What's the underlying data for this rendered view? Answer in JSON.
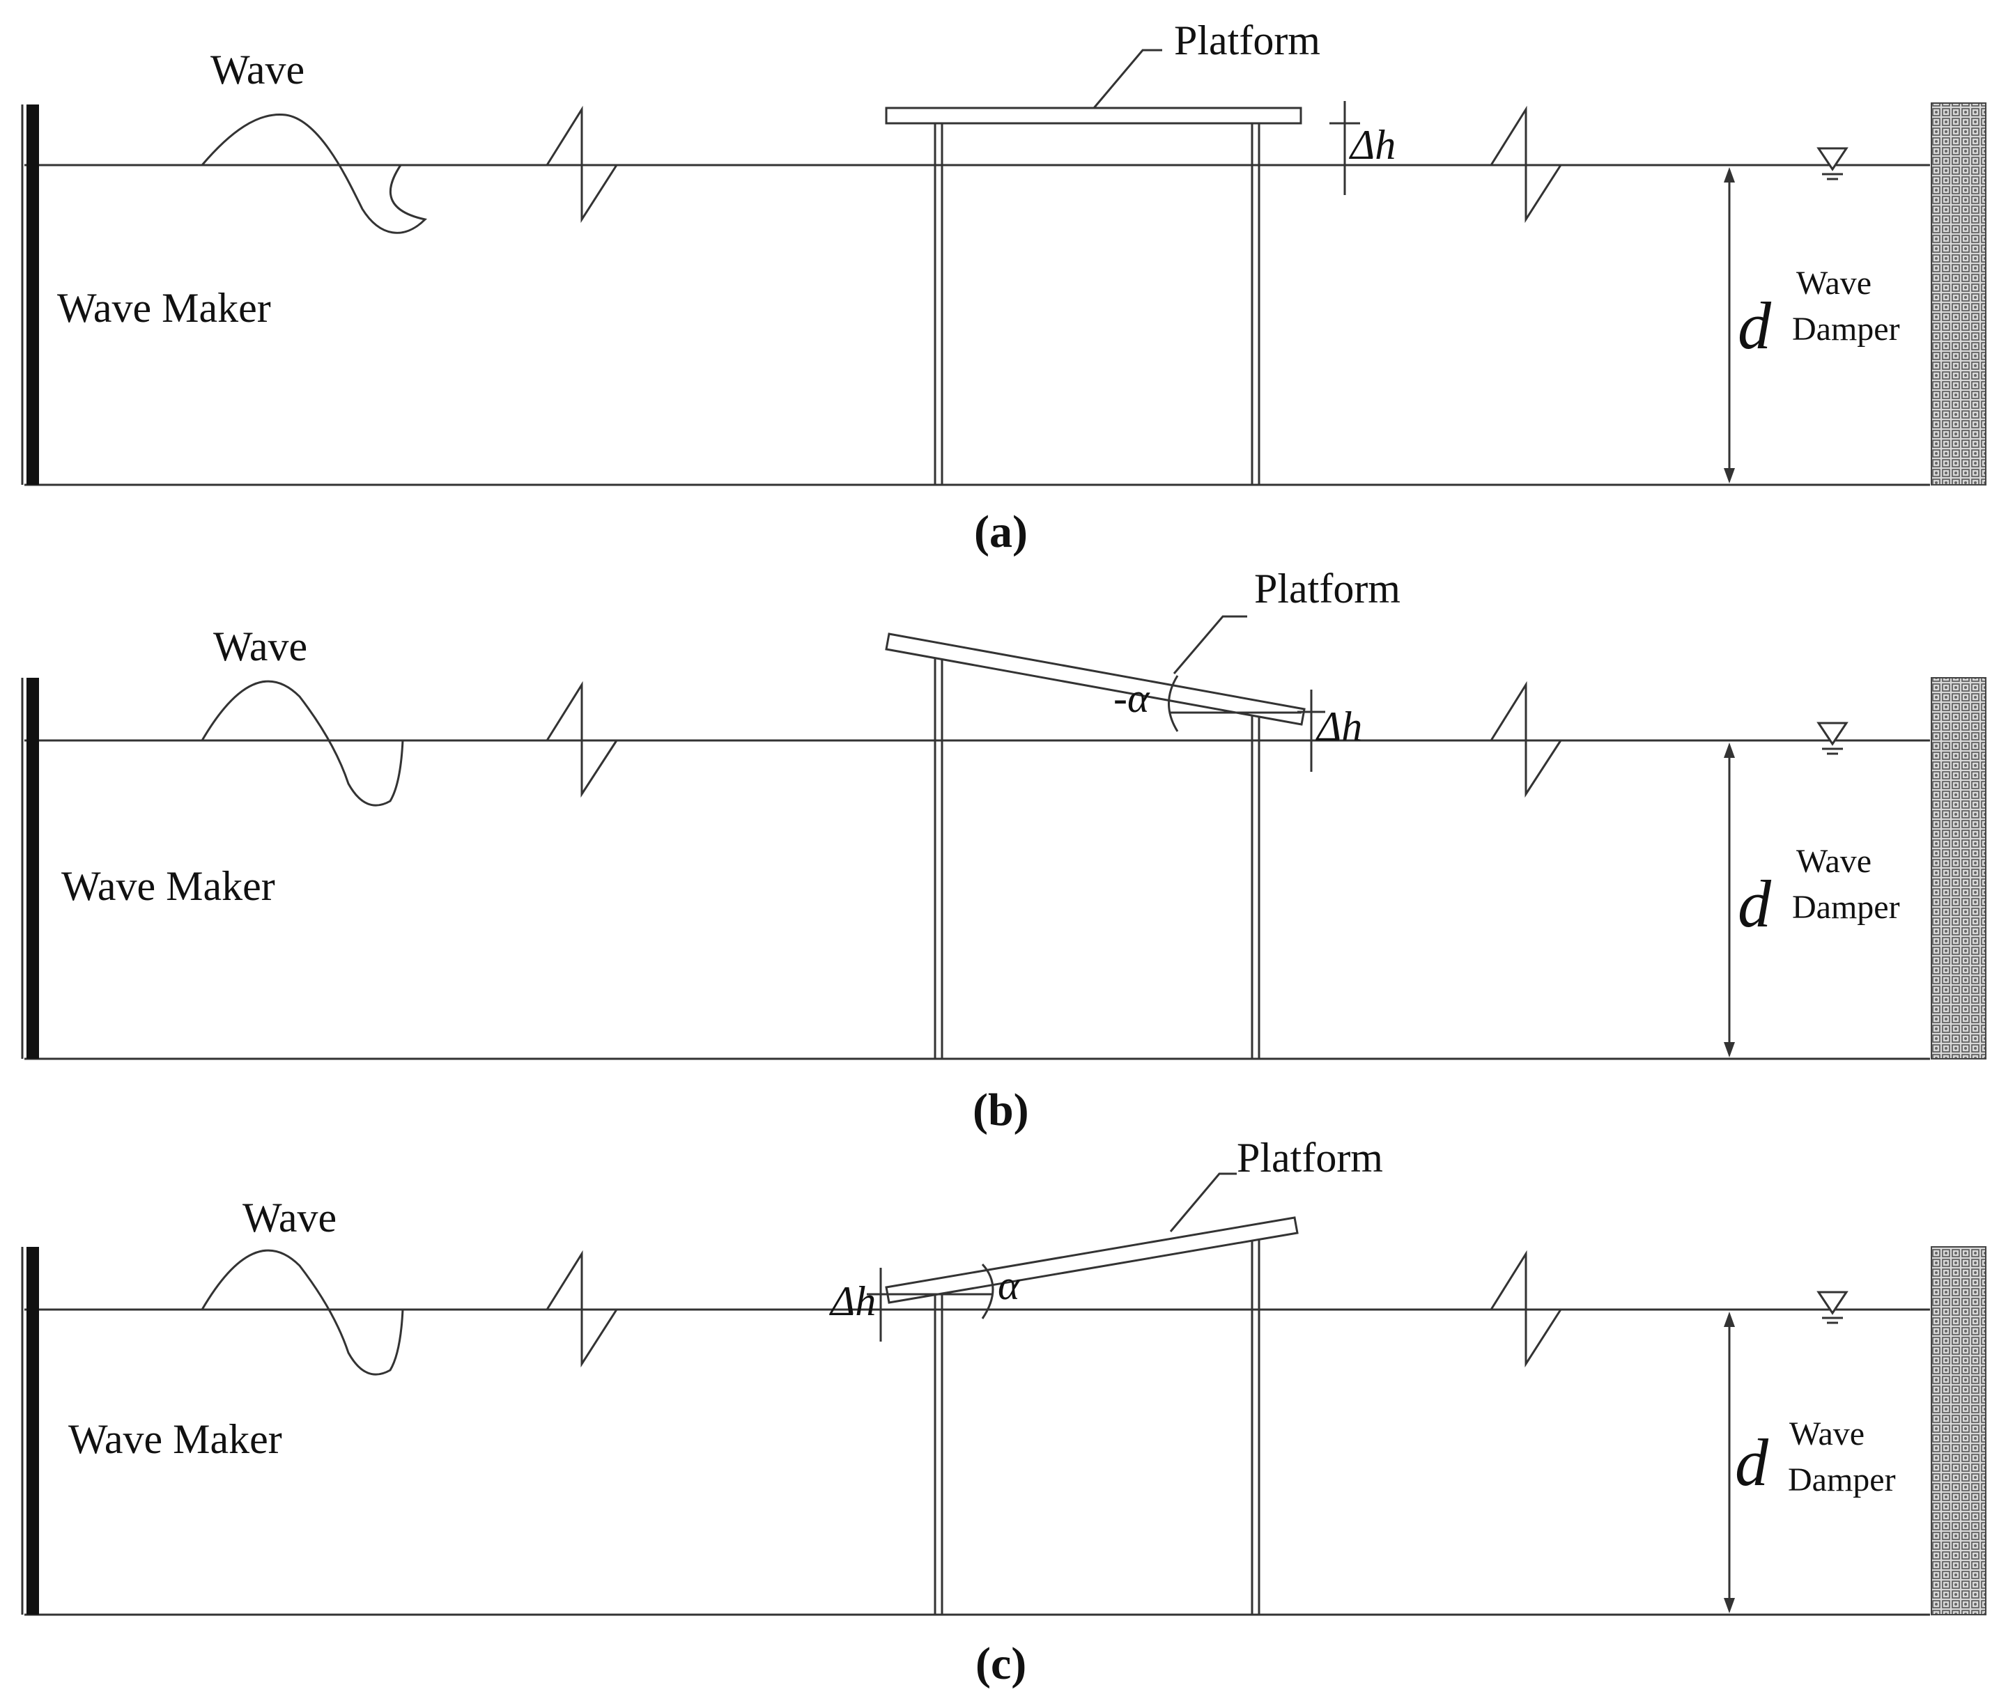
{
  "panels": [
    {
      "caption": "(a)",
      "wave_label": "Wave",
      "maker_label": "Wave Maker",
      "platform_label": "Platform",
      "delta_h_label": "Δh",
      "angle_label": "",
      "depth_label": "d",
      "damper_label_1": "Wave",
      "damper_label_2": "Damper"
    },
    {
      "caption": "(b)",
      "wave_label": "Wave",
      "maker_label": "Wave Maker",
      "platform_label": "Platform",
      "delta_h_label": "Δh",
      "angle_label": "-α",
      "depth_label": "d",
      "damper_label_1": "Wave",
      "damper_label_2": "Damper"
    },
    {
      "caption": "(c)",
      "wave_label": "Wave",
      "maker_label": "Wave Maker",
      "platform_label": "Platform",
      "delta_h_label": "Δh",
      "angle_label": "α",
      "depth_label": "d",
      "damper_label_1": "Wave",
      "damper_label_2": "Damper"
    }
  ]
}
